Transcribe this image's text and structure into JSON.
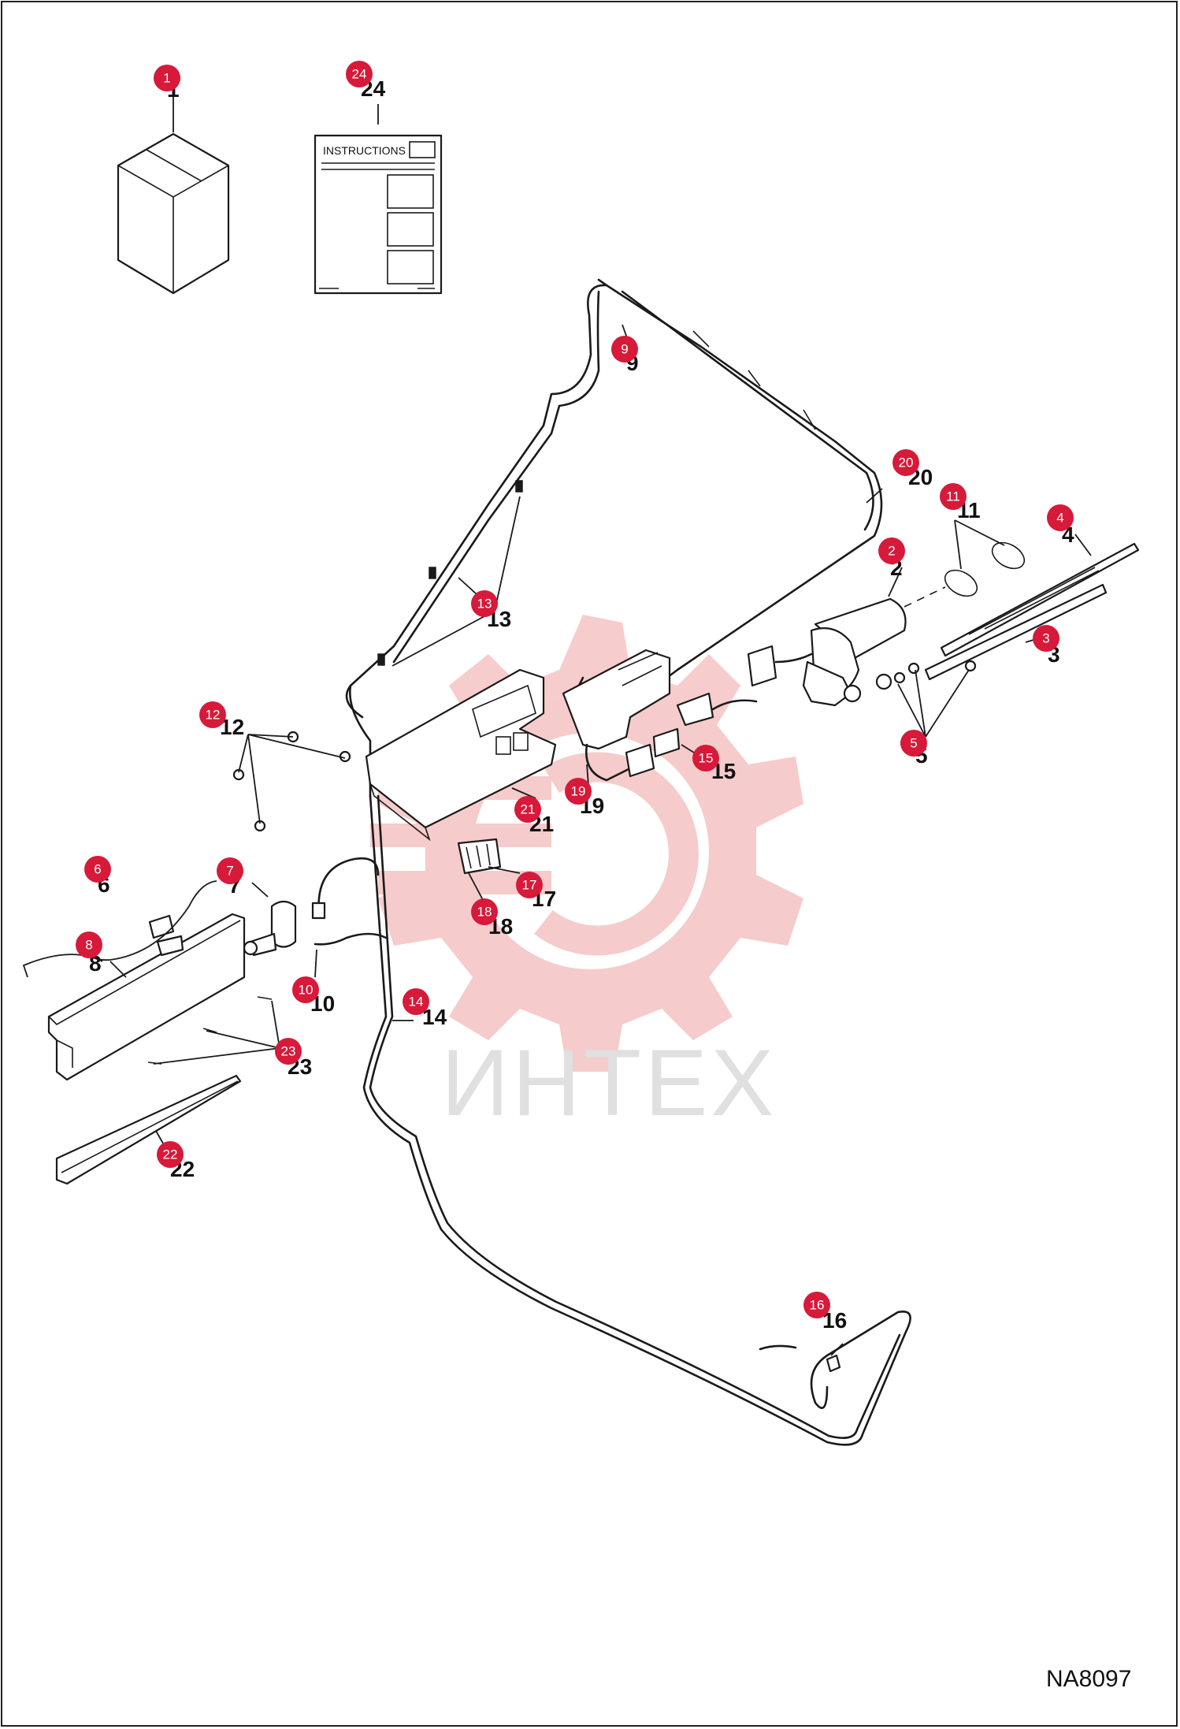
{
  "document_id": "NA8097",
  "watermark": "ИНТЕХ",
  "instructions_label": "INSTRUCTIONS",
  "colors": {
    "badge": "#d7193a",
    "line": "#1a1a1a",
    "watermark": "#f6c6c6"
  },
  "callouts": [
    {
      "id": "1",
      "label": "1"
    },
    {
      "id": "2",
      "label": "2"
    },
    {
      "id": "3",
      "label": "3"
    },
    {
      "id": "4",
      "label": "4"
    },
    {
      "id": "5",
      "label": "5"
    },
    {
      "id": "6",
      "label": "6"
    },
    {
      "id": "7",
      "label": "7"
    },
    {
      "id": "8",
      "label": "8"
    },
    {
      "id": "9",
      "label": "9"
    },
    {
      "id": "10",
      "label": "10"
    },
    {
      "id": "11",
      "label": "11"
    },
    {
      "id": "12",
      "label": "12"
    },
    {
      "id": "13",
      "label": "13"
    },
    {
      "id": "14",
      "label": "14"
    },
    {
      "id": "15",
      "label": "15"
    },
    {
      "id": "16",
      "label": "16"
    },
    {
      "id": "17",
      "label": "17"
    },
    {
      "id": "18",
      "label": "18"
    },
    {
      "id": "19",
      "label": "19"
    },
    {
      "id": "20",
      "label": "20"
    },
    {
      "id": "21",
      "label": "21"
    },
    {
      "id": "22",
      "label": "22"
    },
    {
      "id": "23",
      "label": "23"
    },
    {
      "id": "24",
      "label": "24"
    }
  ]
}
